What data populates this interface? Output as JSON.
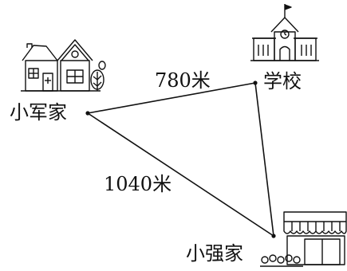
{
  "diagram": {
    "labels": {
      "xiaojun_home": "小军家",
      "school": "学校",
      "xiaoqiang_home": "小强家",
      "distance_xiaojun_school": "780米",
      "distance_xiaojun_xiaoqiang": "1040米"
    }
  }
}
